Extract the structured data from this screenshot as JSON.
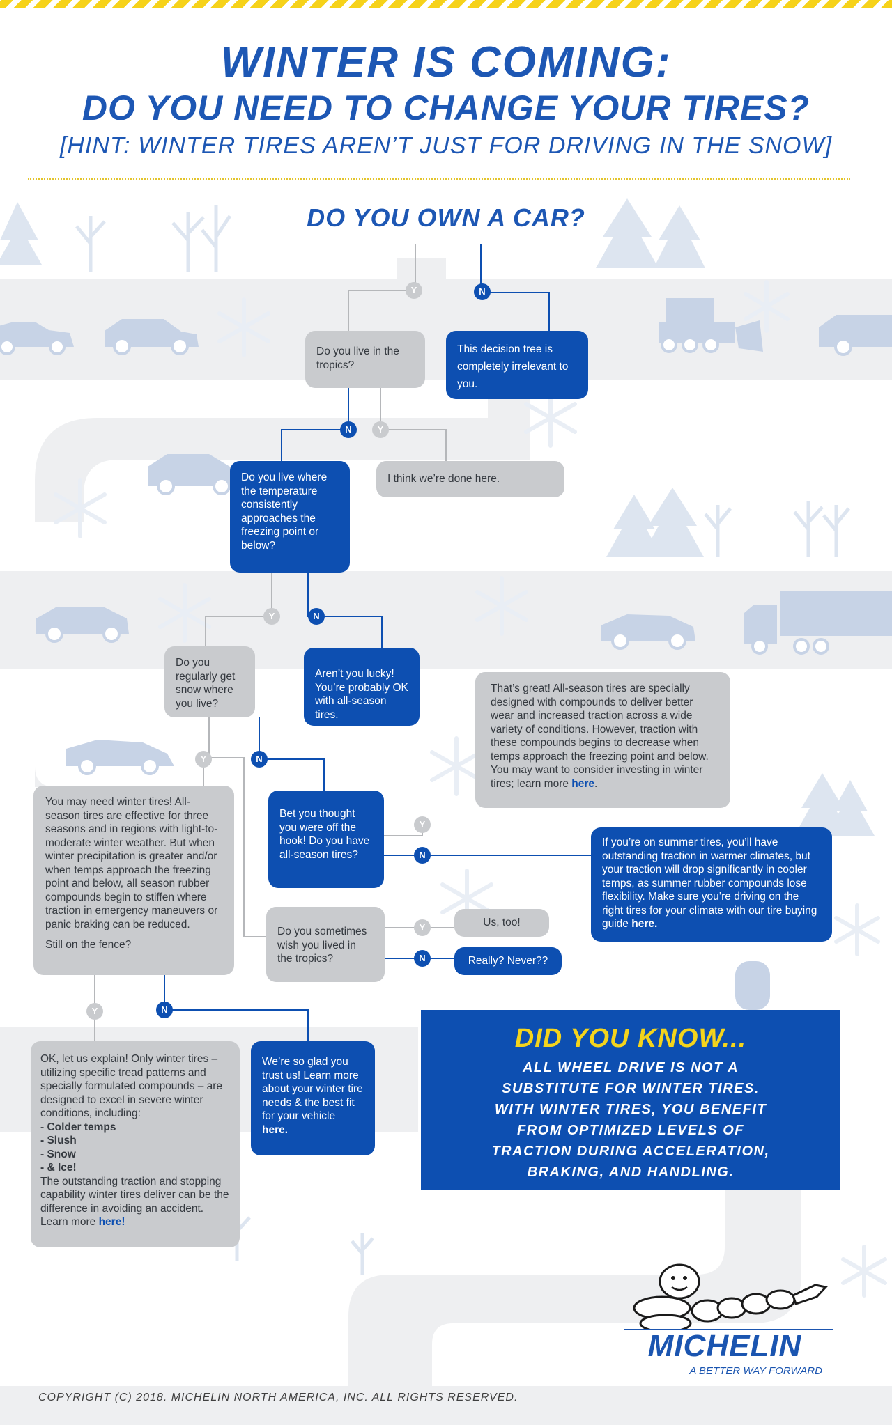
{
  "header": {
    "title_line1": "WINTER IS COMING:",
    "title_line2": "DO YOU NEED TO CHANGE YOUR TIRES?",
    "hint": "[HINT: WINTER TIRES AREN’T JUST FOR DRIVING IN THE SNOW]"
  },
  "question": "DO YOU OWN A CAR?",
  "decisions": {
    "yes": "Y",
    "no": "N"
  },
  "nodes": {
    "tropics": "Do you live in the tropics?",
    "irrelevant": "This decision tree is completely irrelevant to you.",
    "done": "I think we’re done here.",
    "freezing": "Do you live where the temperature consistently approaches the freezing point or below?",
    "snow": "Do you regularly get snow where you live?",
    "lucky": "Aren’t you lucky! You’re probably OK with all-season tires.",
    "great_text": "That’s great! All-season tires are specially designed with compounds to deliver better wear and increased traction across a wide variety of conditions. However, traction with these compounds begins to decrease when temps approach the freezing point and below. You may want to consider investing in winter tires; learn more",
    "great_link": "here",
    "may_need": "You may need winter tires! All-season tires are effective for three seasons and in regions with light-to-moderate winter weather. But when winter precipitation is greater and/or when temps approach the freezing point and below, all season rubber compounds begin to stiffen where traction in emergency maneuvers or panic braking can be reduced.",
    "may_need_q": "Still on the fence?",
    "bet": "Bet you thought you were off the hook! Do you have all-season tires?",
    "summer_text": "If you’re on summer tires, you’ll have outstanding traction in warmer climates, but your traction will drop significantly in cooler temps, as summer rubber compounds lose flexibility. Make sure you’re driving on the right tires for your climate with our tire buying guide",
    "summer_link": "here.",
    "wish": "Do you sometimes wish you lived in the tropics?",
    "us_too": "Us, too!",
    "never": "Really? Never??",
    "explain_text": "OK, let us explain! Only winter tires – utilizing specific tread patterns and specially formulated compounds – are designed to excel in severe winter conditions, including:",
    "explain_items": [
      "- Colder temps",
      "- Slush",
      "- Snow",
      "- & Ice!"
    ],
    "explain_tail": "The outstanding traction and stopping capability winter tires deliver can be the difference in avoiding an accident. Learn more",
    "explain_link": "here!",
    "glad_text": "We’re so glad you trust us! Learn more about your winter tire needs & the best fit for your vehicle",
    "glad_link": "here."
  },
  "did_you_know": {
    "heading": "DID YOU KNOW...",
    "lines": [
      "ALL WHEEL DRIVE IS NOT A",
      "SUBSTITUTE FOR WINTER TIRES.",
      "WITH WINTER TIRES, YOU BENEFIT",
      "FROM OPTIMIZED LEVELS OF",
      "TRACTION DURING ACCELERATION,",
      "BRAKING, AND HANDLING."
    ]
  },
  "brand": {
    "name": "MICHELIN",
    "tagline": "A BETTER WAY FORWARD",
    "mascot_icon": "michelin-man-icon"
  },
  "footer": {
    "copyright": "COPYRIGHT (C) 2018. MICHELIN NORTH AMERICA, INC. ALL RIGHTS RESERVED."
  },
  "colors": {
    "blue": "#0d4fb1",
    "gray": "#c9cbce",
    "title_blue": "#1d57b4",
    "yellow": "#f4d41c",
    "road": "#eeeff1",
    "decor": "#c7d3e6"
  }
}
